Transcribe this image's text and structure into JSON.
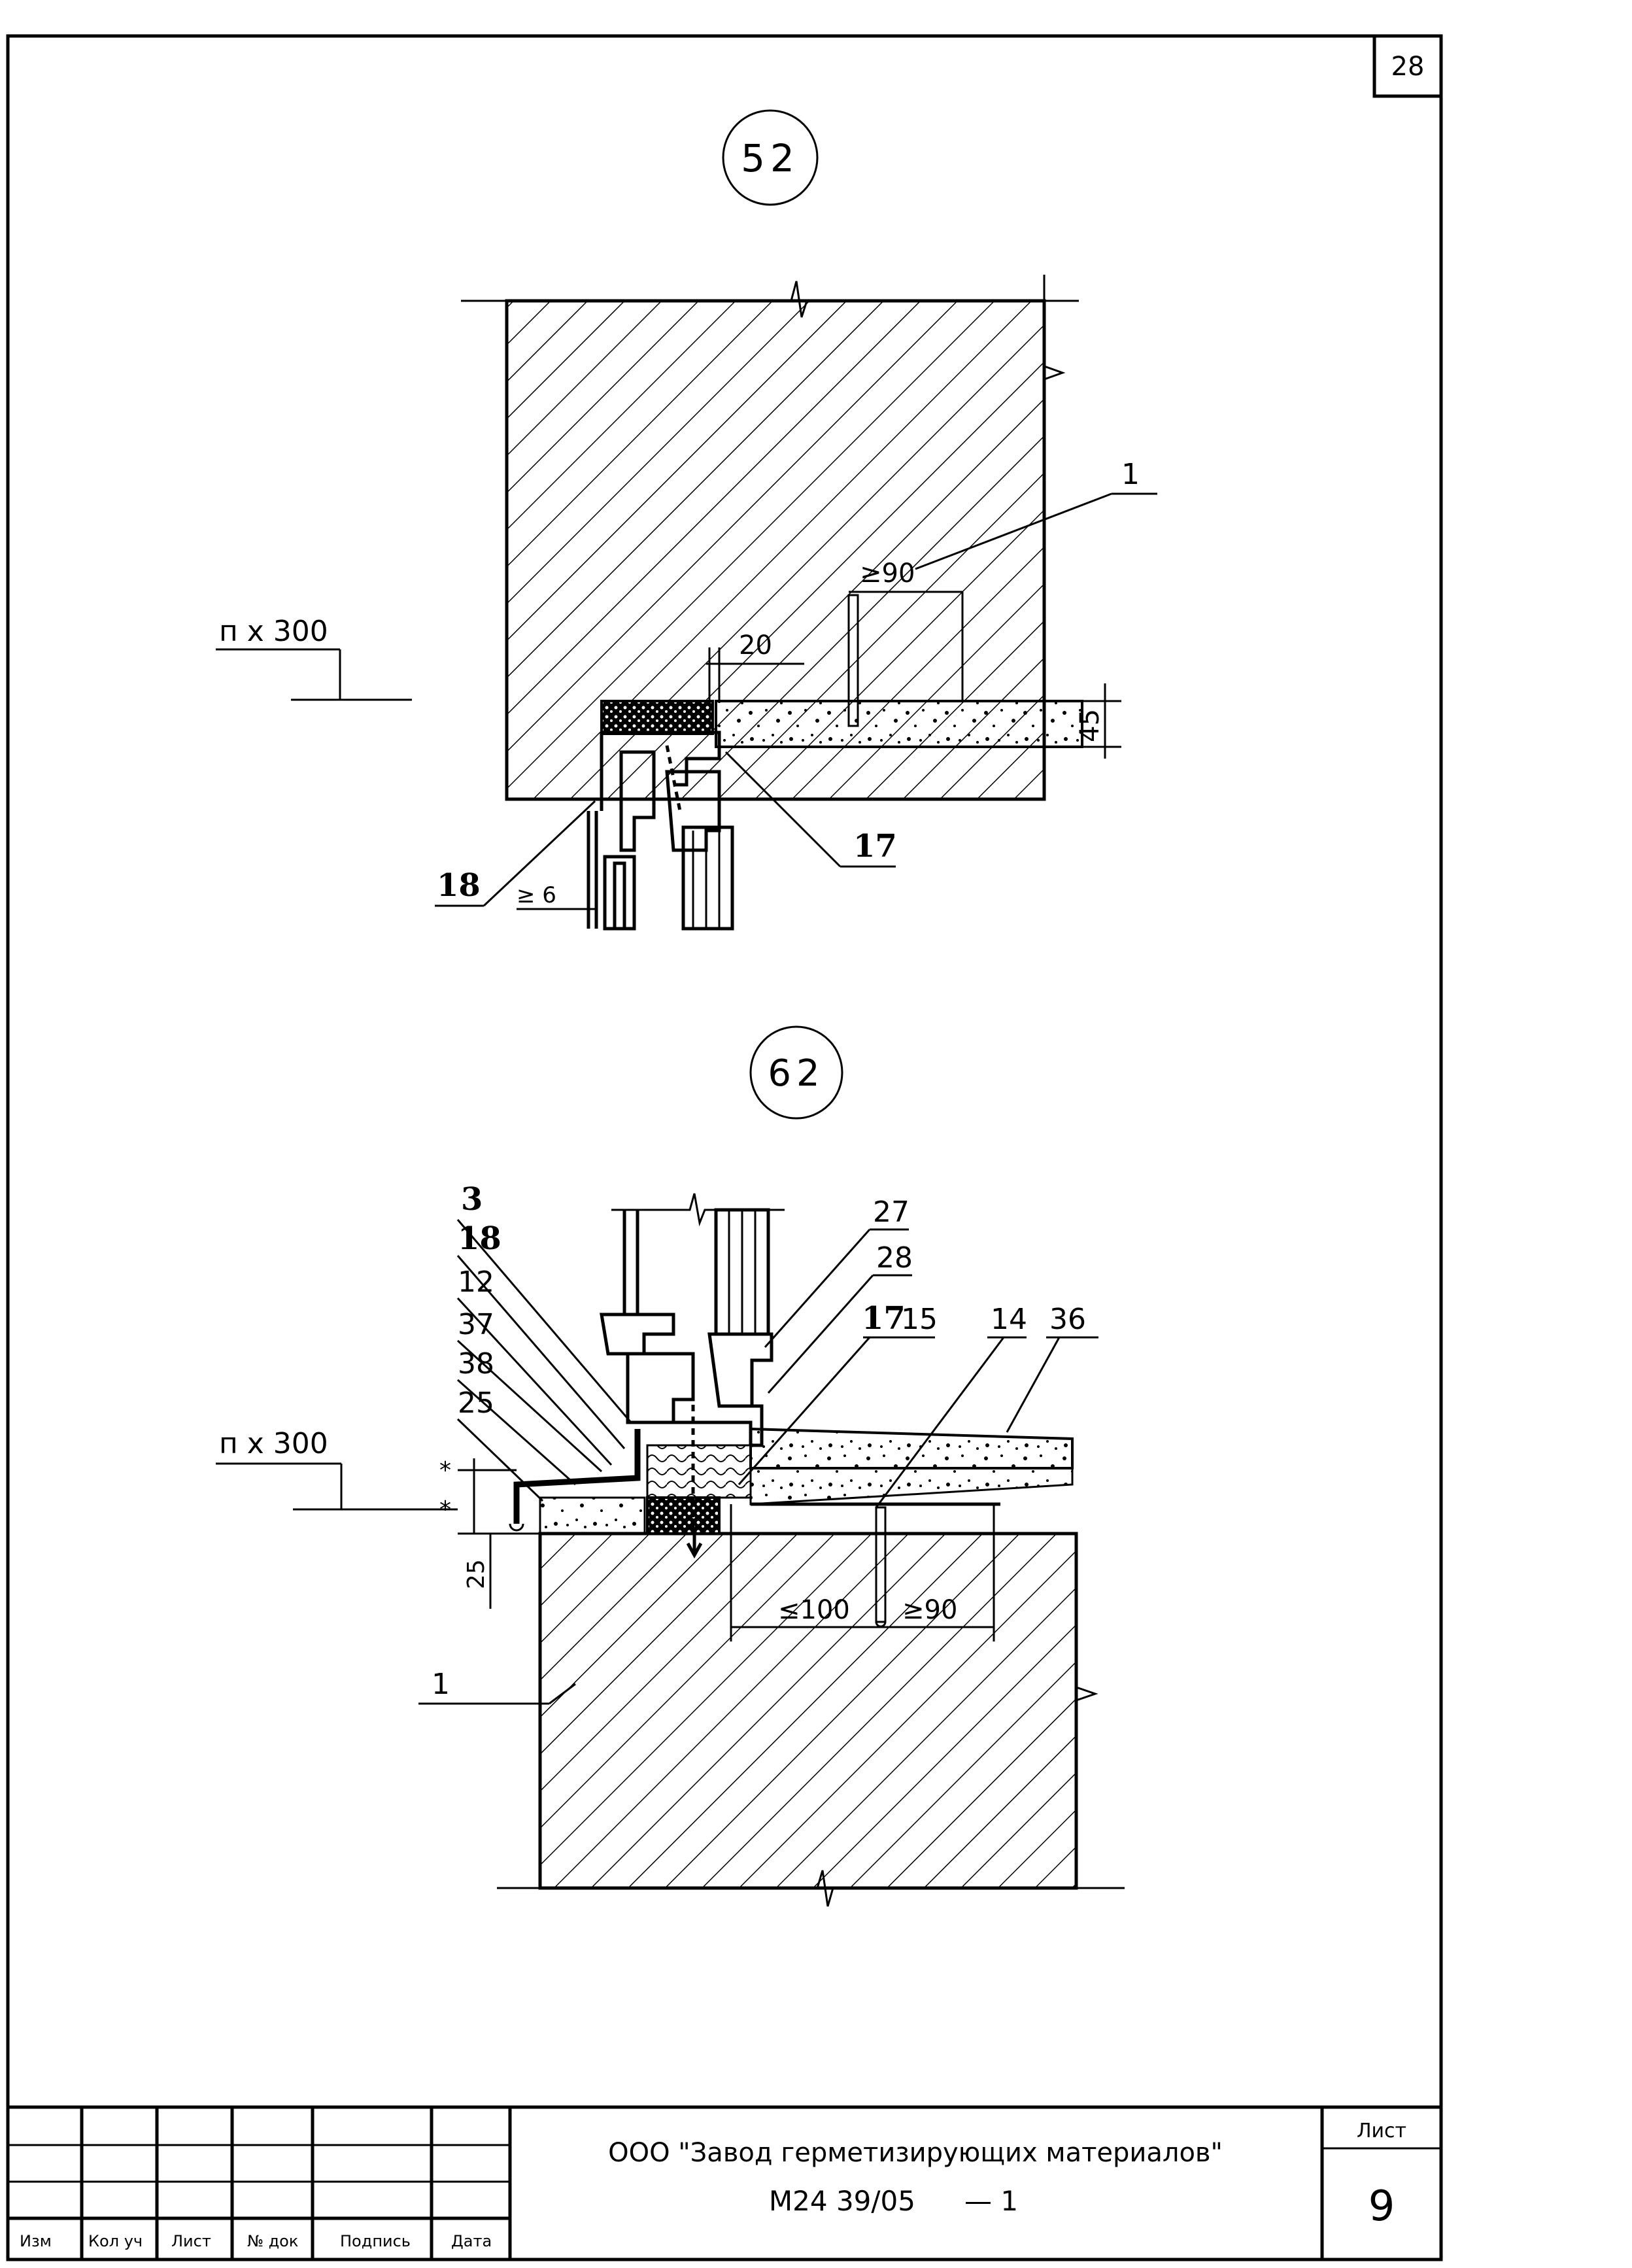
{
  "sheet_corner_number": "28",
  "detail_52": {
    "marker": "52",
    "level_label": "п х 300",
    "dims": {
      "ge90": "≥90",
      "d20": "20",
      "d45": "45",
      "ge6": "≥ 6"
    },
    "callouts": {
      "c1": "1",
      "c17": "17",
      "c18": "18"
    }
  },
  "detail_62": {
    "marker": "62",
    "level_label": "п х 300",
    "dims": {
      "star1": "*",
      "star2": "*",
      "d25": "25",
      "le100": "≤100",
      "ge90": "≥90"
    },
    "callouts": {
      "c3": "3",
      "c18": "18",
      "c12": "12",
      "c37": "37",
      "c38": "38",
      "c25": "25",
      "c27": "27",
      "c28": "28",
      "c17": "17",
      "c15": "15",
      "c14": "14",
      "c36": "36",
      "c1": "1"
    }
  },
  "title_block": {
    "col_izm": "Изм",
    "col_kol": "Кол уч",
    "col_list": "Лист",
    "col_ndok": "№ док",
    "col_podp": "Подпись",
    "col_data": "Дата",
    "company": "ООО \"Завод герметизирующих материалов\"",
    "doc_code": "М24 39/05",
    "doc_dash": "— 1",
    "sheet_label": "Лист",
    "sheet_number": "9"
  }
}
